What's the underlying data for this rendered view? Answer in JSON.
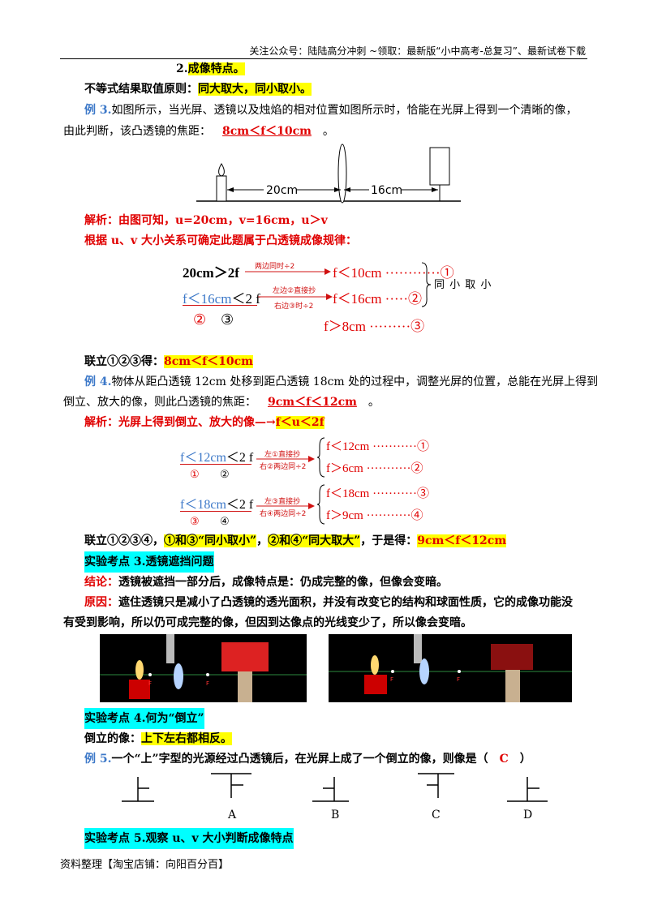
{
  "header": "关注公众号：陆陆高分冲刺 ~领取：最新版“小中高考-总复习”、最新试卷下载",
  "sec2": {
    "num": "2.",
    "title": "成像特点。"
  },
  "principle": {
    "label": "不等式结果取值原则：",
    "rule": "同大取大，同小取小。"
  },
  "ex3": {
    "tag": "例 3.",
    "text1": "如图所示，当光屏、透镜以及烛焰的相对位置如图所示时，恰能在光屏上得到一个清晰的像，",
    "text2": "由此判断，该凸透镜的焦距：",
    "answer": "8cm＜f＜10cm",
    "end": "。",
    "dist1": "20cm",
    "dist2": "16cm"
  },
  "ex3_sol": {
    "label": "解析：",
    "line1": "由图可知，u=20cm，v=16cm，u＞v",
    "line2": "根据 u、v 大小关系可确定此题属于凸透镜成像规律：",
    "eq1_left": "20cm＞2f",
    "eq1_arrow": "两边同时÷2",
    "eq1_right": "f＜10cm ············①",
    "eq2_left_f": "f＜",
    "eq2_left_v": "16cm",
    "eq2_left_rest": "＜2 f",
    "eq2_arrow_top": "左边②直接抄",
    "eq2_arrow_bot": "右边③时÷2",
    "eq2_right": "f＜16cm ·····②",
    "brace_note": "同 小 取 小",
    "c2": "②",
    "c3": "③",
    "eq3": "f＞8cm ·········③",
    "combine_label": "联立①②③得：",
    "combine_ans": "8cm＜f＜10cm"
  },
  "ex4": {
    "tag": "例 4.",
    "text1": "物体从距凸透镜 12cm 处移到距凸透镜 18cm 处的过程中，调整光屏的位置，总能在光屏上得到",
    "text2": "倒立、放大的像，则此凸透镜的焦距：",
    "answer": "9cm＜f＜12cm",
    "end": "。",
    "sol_label": "解析：",
    "sol_text": "光屏上得到倒立、放大的像—→",
    "sol_hl": "f＜u＜2f",
    "a_left_f": "f＜",
    "a_left_v": "12cm",
    "a_left_rest": "＜2 f",
    "a_c1": "①",
    "a_c2": "②",
    "a_arrow_top": "左①直接抄",
    "a_arrow_bot": "右②两边同÷2",
    "a_r1": "f＜12cm ···········①",
    "a_r2": "f＞6cm ···········②",
    "b_left_f": "f＜",
    "b_left_v": "18cm",
    "b_left_rest": "＜2 f",
    "b_c3": "③",
    "b_c4": "④",
    "b_arrow_top": "左③直接抄",
    "b_arrow_bot": "右④两边同÷2",
    "b_r1": "f＜18cm ···········③",
    "b_r2": "f＞9cm ···········④",
    "combine_pre": "联立①②③④，",
    "combine_h1": "①和③“同小取小”",
    "combine_mid": "，",
    "combine_h2": "②和④“同大取大”",
    "combine_post": "，于是得：",
    "combine_ans": "9cm＜f＜12cm"
  },
  "exp3": {
    "title": "实验考点 3.透镜遮挡问题",
    "concl_label": "结论：",
    "concl_text": "透镜被遮挡一部分后，成像特点是：仍成完整的像，但像会变暗。",
    "reason_label": "原因：",
    "reason_text1": "遮住透镜只是减小了凸透镜的透光面积，并没有改变它的结构和球面性质，它的成像功能没",
    "reason_text2": "有受到影响，所以仍可成完整的像，但因到达像点的光线变少了，所以像会变暗。",
    "photo_f": "F"
  },
  "exp4": {
    "title": "实验考点 4.何为“倒立”",
    "label": "倒立的像：",
    "text": "上下左右都相反。"
  },
  "ex5": {
    "tag": "例 5.",
    "text": "一个“上”字型的光源经过凸透镜后，在光屏上成了一个倒立的像，则像是（",
    "answer": "C",
    "close": "）",
    "options": [
      "A",
      "B",
      "C",
      "D"
    ]
  },
  "exp5": {
    "title": "实验考点 5.观察 u、v 大小判断成像特点"
  },
  "footer": "资料整理【淘宝店铺：向阳百分百】",
  "colors": {
    "red": "#e00000",
    "blue": "#3c78c8",
    "highlight": "#ffff00",
    "cyan": "#00ffff"
  }
}
